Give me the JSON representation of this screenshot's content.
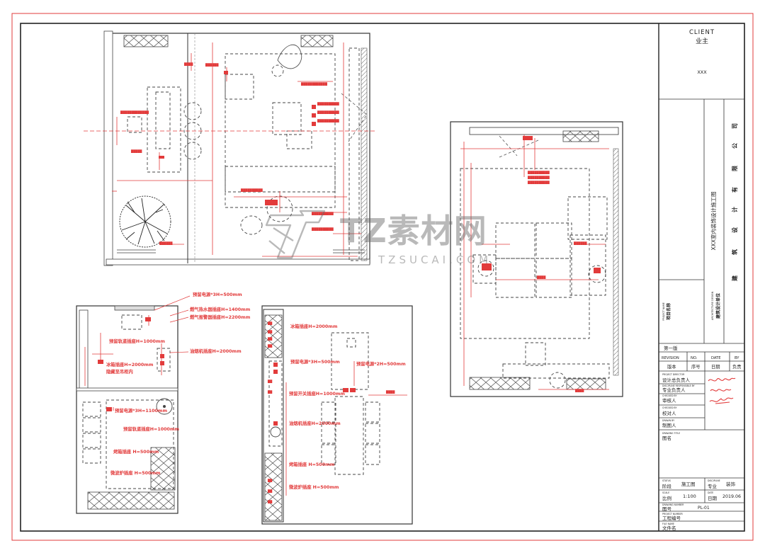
{
  "title_block": {
    "client_en": "CLIENT",
    "client_cn": "业主",
    "client_value": "XXX",
    "project_name": "XXX室内装饰设计施工图",
    "project_name_label_en": "PROJECT NAME",
    "project_name_label_cn": "项目名称",
    "architecture_design_label_en": "ARCHITECTURE DESIGN",
    "architecture_design_label_cn": "建筑设计单位",
    "company_chars": [
      "建",
      "筑",
      "设",
      "计",
      "有",
      "限",
      "公",
      "司"
    ],
    "edition": "第一版",
    "revision_headers_en": [
      "REVISION",
      "NO.",
      "DATE",
      "BY"
    ],
    "revision_headers_cn": [
      "版本",
      "序号",
      "日期",
      "负责"
    ],
    "roles": [
      {
        "en": "PROJECT DIRECTOR",
        "cn": "设计总负责人"
      },
      {
        "en": "DISCIPLINE RESPONSIBLE BY",
        "cn": "专业负责人"
      },
      {
        "en": "CHECKED BY",
        "cn": "审核人"
      },
      {
        "en": "CHECKED BY",
        "cn": "校对人"
      },
      {
        "en": "DRAWN BY",
        "cn": "制图人"
      }
    ],
    "drawing_title_en": "DRAWING TITLE",
    "drawing_title_cn": "图名",
    "status_en": "STATUS",
    "status_cn": "阶段",
    "status_value": "施工图",
    "discipline_en": "DISCIPLINE",
    "discipline_cn": "专业",
    "discipline_value": "装饰",
    "scale_en": "SCALE",
    "scale_cn": "比例",
    "scale_value": "1:100",
    "date_en": "DATE",
    "date_cn": "日期",
    "date_value": "2019.06",
    "drawing_number_en": "DRAWING NUMBER",
    "drawing_number_cn": "图号",
    "drawing_number_value": "PL-01",
    "project_number_en": "PROJECT NUMBER",
    "project_number_cn": "工程编号",
    "file_name_en": "FILE NAME",
    "file_name_cn": "文件名"
  },
  "watermark": {
    "brand": "TZ素材网",
    "url": "TZSUCAI.COM"
  },
  "annotations": {
    "kitchen_left": [
      "预留电源*3H=500mm",
      "燃气热水器插座H=1400mm",
      "燃气报警器插座H=2200mm",
      "预留轨道插座H=1000mm",
      "油烟机插座H=2000mm",
      "冰箱插座H=2000mm",
      "隐藏至吊柜内",
      "预留电源*3H=1100mm",
      "预留轨道插座H=1000mm",
      "烤箱插座 H=500mm",
      "微波炉插座 H=500mm"
    ],
    "kitchen_right": [
      "冰箱插座H=2000mm",
      "预留电源*3H=500mm",
      "预留电源*2H=500mm",
      "预留开关插座H=1000mm",
      "油烟机插座H=2000mm",
      "烤箱插座 H=500mm",
      "微波炉插座 H=500mm"
    ]
  }
}
